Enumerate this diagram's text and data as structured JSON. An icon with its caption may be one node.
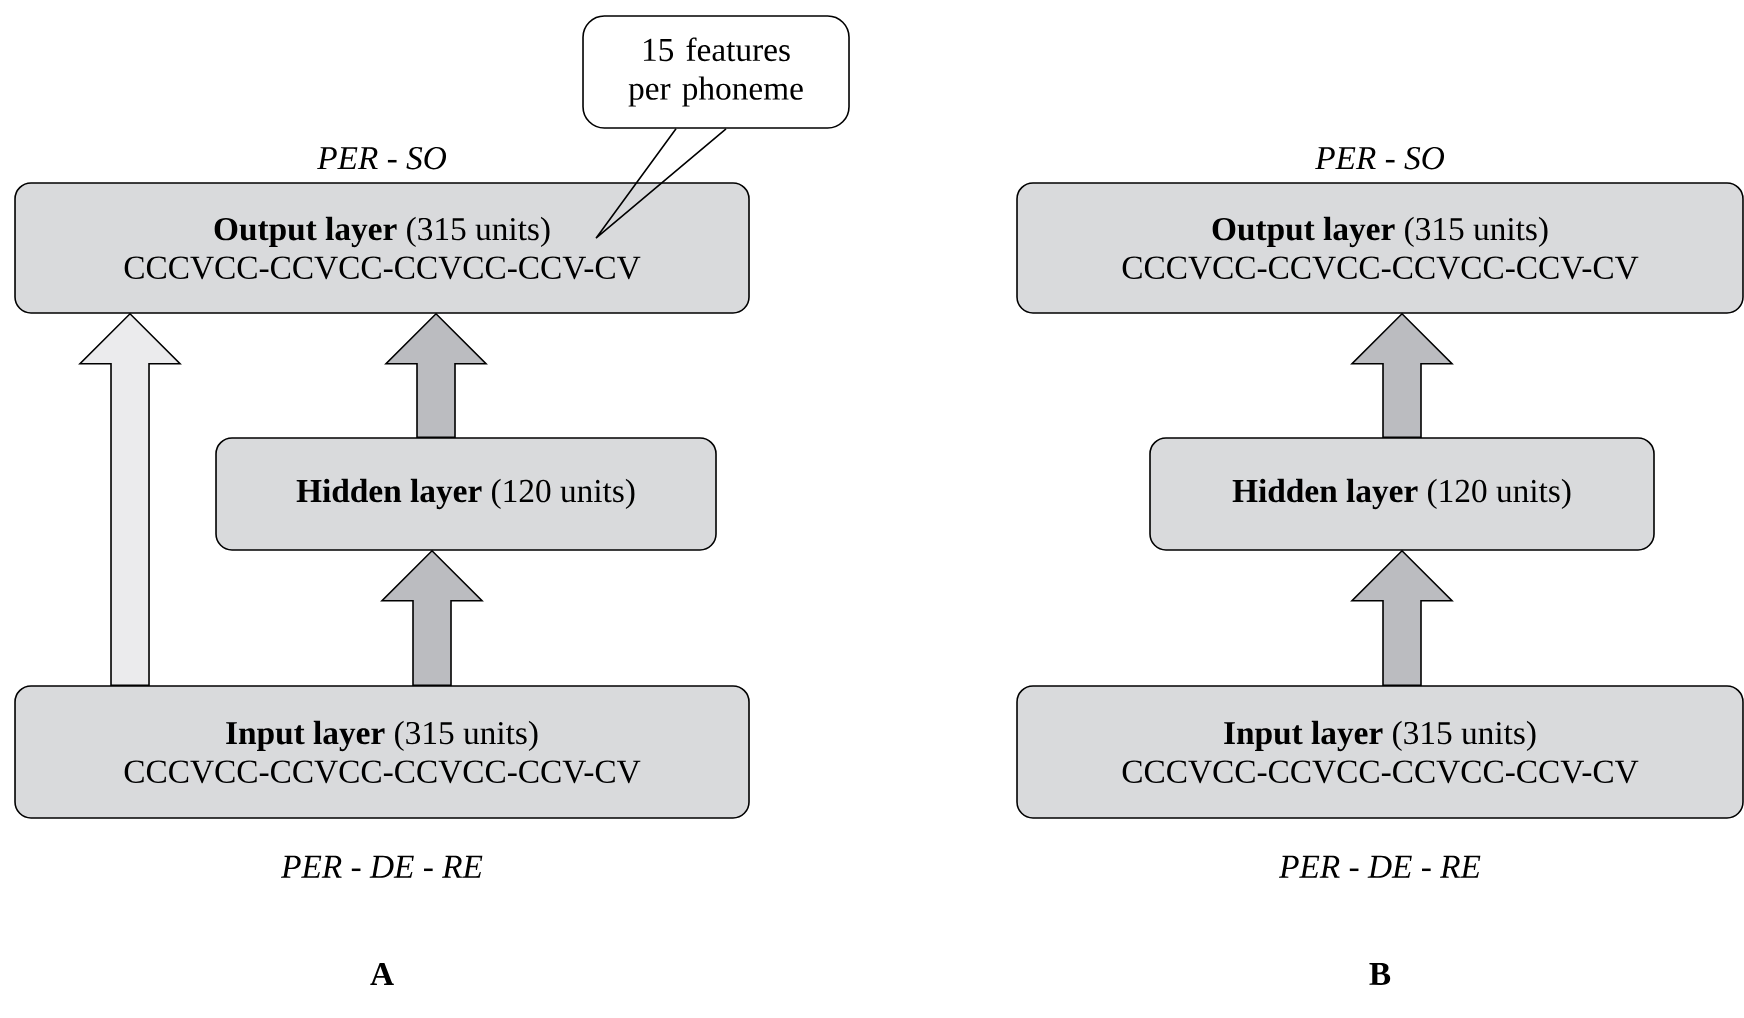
{
  "diagram": {
    "nodes": [
      {
        "text": [
          "**Output layer**  (315 units)",
          "CCCVCC-CCVCC-CCVCC-CCV-CV"
        ],
        "beside": [
          "PER  -  SO"
        ]
      },
      {
        "text": [
          "**Hidden layer**  (120 units)"
        ]
      },
      {
        "text": [
          "**Input layer**  (315 units)",
          "CCCVCC-CCVCC-CCVCC-CCV-CV"
        ],
        "beside": [
          "PER  -  DE   -  RE"
        ]
      },
      {
        "text": [
          "15 features per phoneme"
        ]
      },
      {
        "text": [
          "**Output layer**  (315 units)",
          "CCCVCC-CCVCC-CCVCC-CCV-CV"
        ],
        "beside": [
          "PER  -  SO"
        ]
      },
      {
        "text": [
          "**Hidden layer**  (120 units)"
        ]
      },
      {
        "text": [
          "**Input layer**  (315 units)",
          "CCCVCC-CCVCC-CCVCC-CCV-CV"
        ],
        "beside": [
          "PER  -  DE   -  RE"
        ]
      }
    ],
    "edges": [
      {
        "from": 2,
        "to": 1,
        "arrow": "to"
      },
      {
        "from": 1,
        "to": 0,
        "arrow": "to"
      },
      {
        "from": 2,
        "to": 0,
        "arrow": "to",
        "color": "#ebebed"
      },
      {
        "from": 3,
        "to": 0,
        "arrow": "none"
      },
      {
        "from": 6,
        "to": 5,
        "arrow": "to"
      },
      {
        "from": 5,
        "to": 4,
        "arrow": "to"
      }
    ],
    "labels": [
      "A",
      "B"
    ]
  }
}
